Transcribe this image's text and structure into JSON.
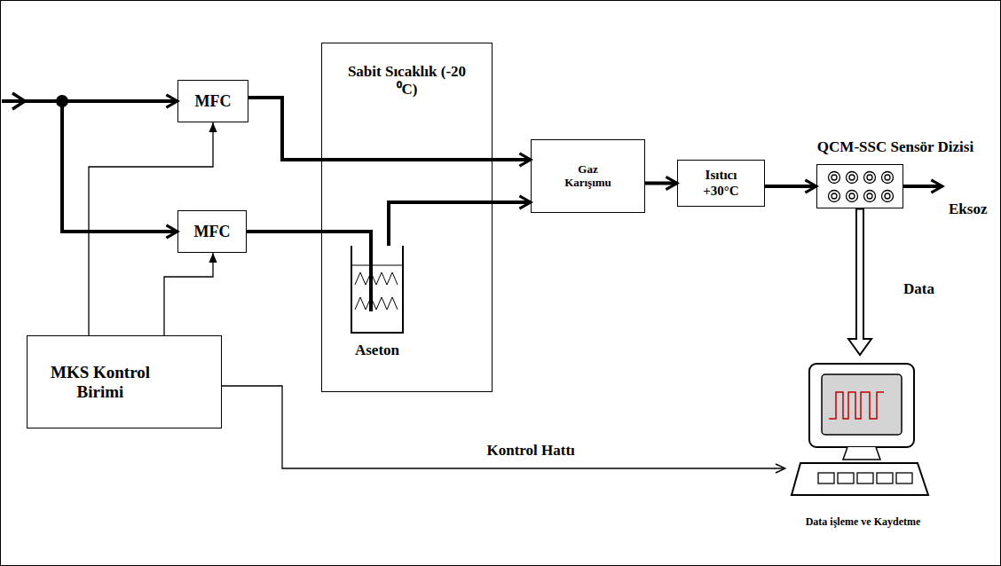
{
  "diagram": {
    "nodes": [
      {
        "text": [
          "MFC"
        ]
      },
      {
        "text": [
          "MFC"
        ]
      },
      {
        "text": [
          "Sabit Sıcaklık (-20 ⁰C)"
        ]
      },
      {
        "text": [
          "Aseton"
        ],
        "in": 2
      },
      {
        "text": [
          "Gaz Karışımu"
        ]
      },
      {
        "text": [
          "Isıtıcı +30°C"
        ]
      },
      {
        "text": [
          "QCM-SSC Sensör Dizisi"
        ]
      },
      {
        "text": [
          "MKS Kontrol Birimi"
        ]
      },
      {
        "text": [
          "Data işleme ve Kaydetme"
        ]
      }
    ],
    "edges": [
      {
        "from": 0,
        "to": 4,
        "arrow": "to"
      },
      {
        "from": 1,
        "to": 3,
        "arrow": "none"
      },
      {
        "from": 3,
        "to": 4,
        "arrow": "to"
      },
      {
        "from": 4,
        "to": 5,
        "arrow": "to"
      },
      {
        "from": 5,
        "to": 6,
        "arrow": "to"
      },
      {
        "from": 6,
        "to": 8,
        "arrow": "to",
        "label": "Data"
      },
      {
        "from": 7,
        "to": 0,
        "arrow": "to"
      },
      {
        "from": 7,
        "to": 1,
        "arrow": "to"
      },
      {
        "from": 7,
        "to": 8,
        "arrow": "to",
        "label": "Kontrol Hattı"
      }
    ],
    "labels": [
      "Eksoz"
    ]
  }
}
